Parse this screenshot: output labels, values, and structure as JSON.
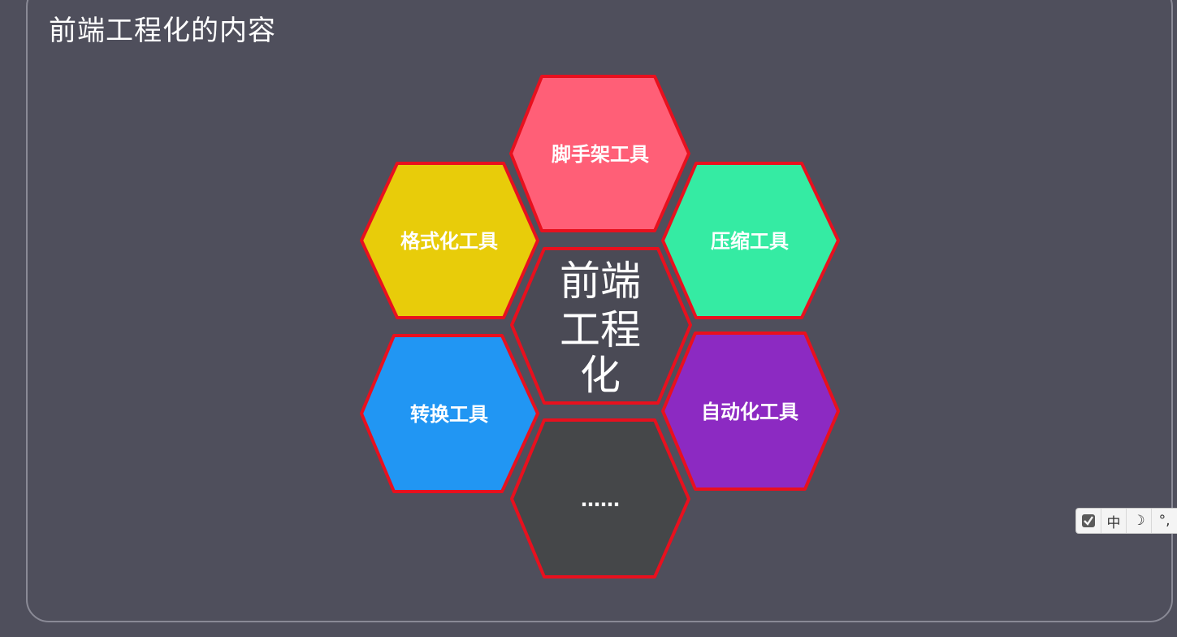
{
  "slide": {
    "title": "前端工程化的内容"
  },
  "diagram": {
    "center": {
      "lines": [
        "前端",
        "工程",
        "化"
      ],
      "color": "#4a4a55"
    },
    "nodes": [
      {
        "id": "scaffold",
        "label": "脚手架工具",
        "color": "#ff5f77"
      },
      {
        "id": "compress",
        "label": "压缩工具",
        "color": "#35eba3"
      },
      {
        "id": "automation",
        "label": "自动化工具",
        "color": "#8c2ac2"
      },
      {
        "id": "more",
        "label": "……",
        "color": "#454749"
      },
      {
        "id": "convert",
        "label": "转换工具",
        "color": "#2196f3"
      },
      {
        "id": "format",
        "label": "格式化工具",
        "color": "#e8cc0a"
      }
    ],
    "border_color": "#e8101e"
  },
  "ime_toolbar": {
    "items": [
      {
        "icon": "ime-logo-icon",
        "label": ""
      },
      {
        "icon": "chinese-mode-icon",
        "label": "中"
      },
      {
        "icon": "half-width-moon-icon",
        "label": "☽"
      },
      {
        "icon": "chinese-punctuation-icon",
        "label": "°,"
      }
    ]
  }
}
